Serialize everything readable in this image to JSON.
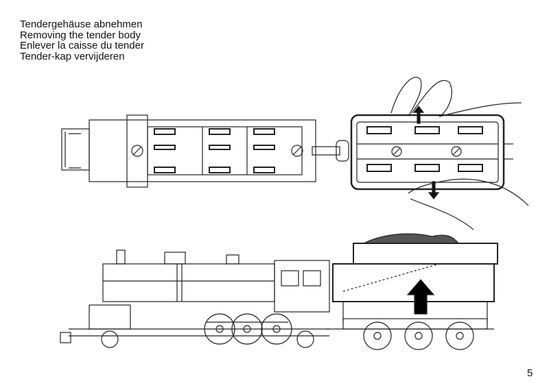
{
  "headings": [
    "Tendergehäuse abnehmen",
    "Removing the tender body",
    "Enlever la caisse du tender",
    "Tender-kap vervijderen"
  ],
  "page_number": "5"
}
